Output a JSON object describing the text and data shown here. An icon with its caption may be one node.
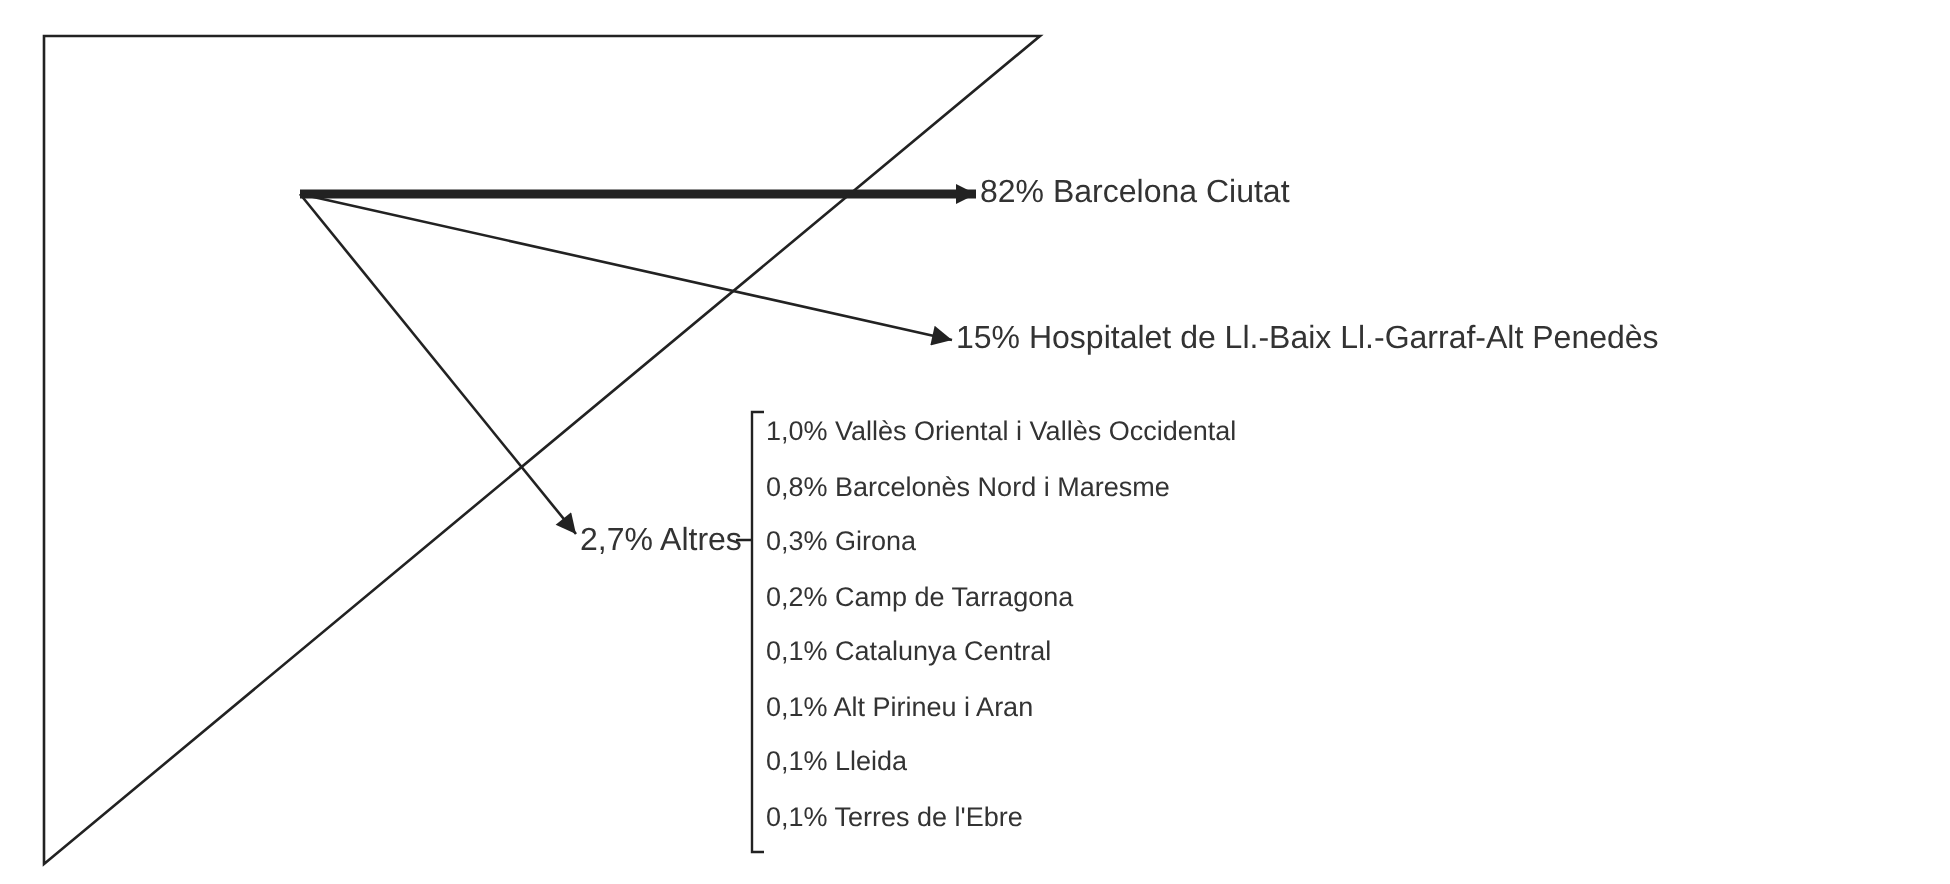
{
  "diagram": {
    "nodes": [
      {
        "text": [
          "82% Barcelona Ciutat"
        ]
      },
      {
        "text": [
          "15% Hospitalet de Ll.-Baix Ll.-Garraf-Alt Penedès"
        ]
      },
      {
        "text": [
          "2,7% Altres"
        ]
      }
    ],
    "edges": [
      {
        "from": null,
        "to": 0,
        "arrow": "to",
        "style": "thick"
      },
      {
        "from": null,
        "to": 1,
        "arrow": "to"
      },
      {
        "from": null,
        "to": 2,
        "arrow": "to"
      }
    ],
    "labels": [
      "1,0% Vallès Oriental i Vallès Occidental",
      "0,8% Barcelonès Nord i Maresme",
      "0,3% Girona",
      "0,2% Camp de Tarragona",
      "0,1% Catalunya Central",
      "0,1% Alt Pirineu i Aran",
      "0,1% Lleida",
      "0,1% Terres de l'Ebre"
    ]
  }
}
